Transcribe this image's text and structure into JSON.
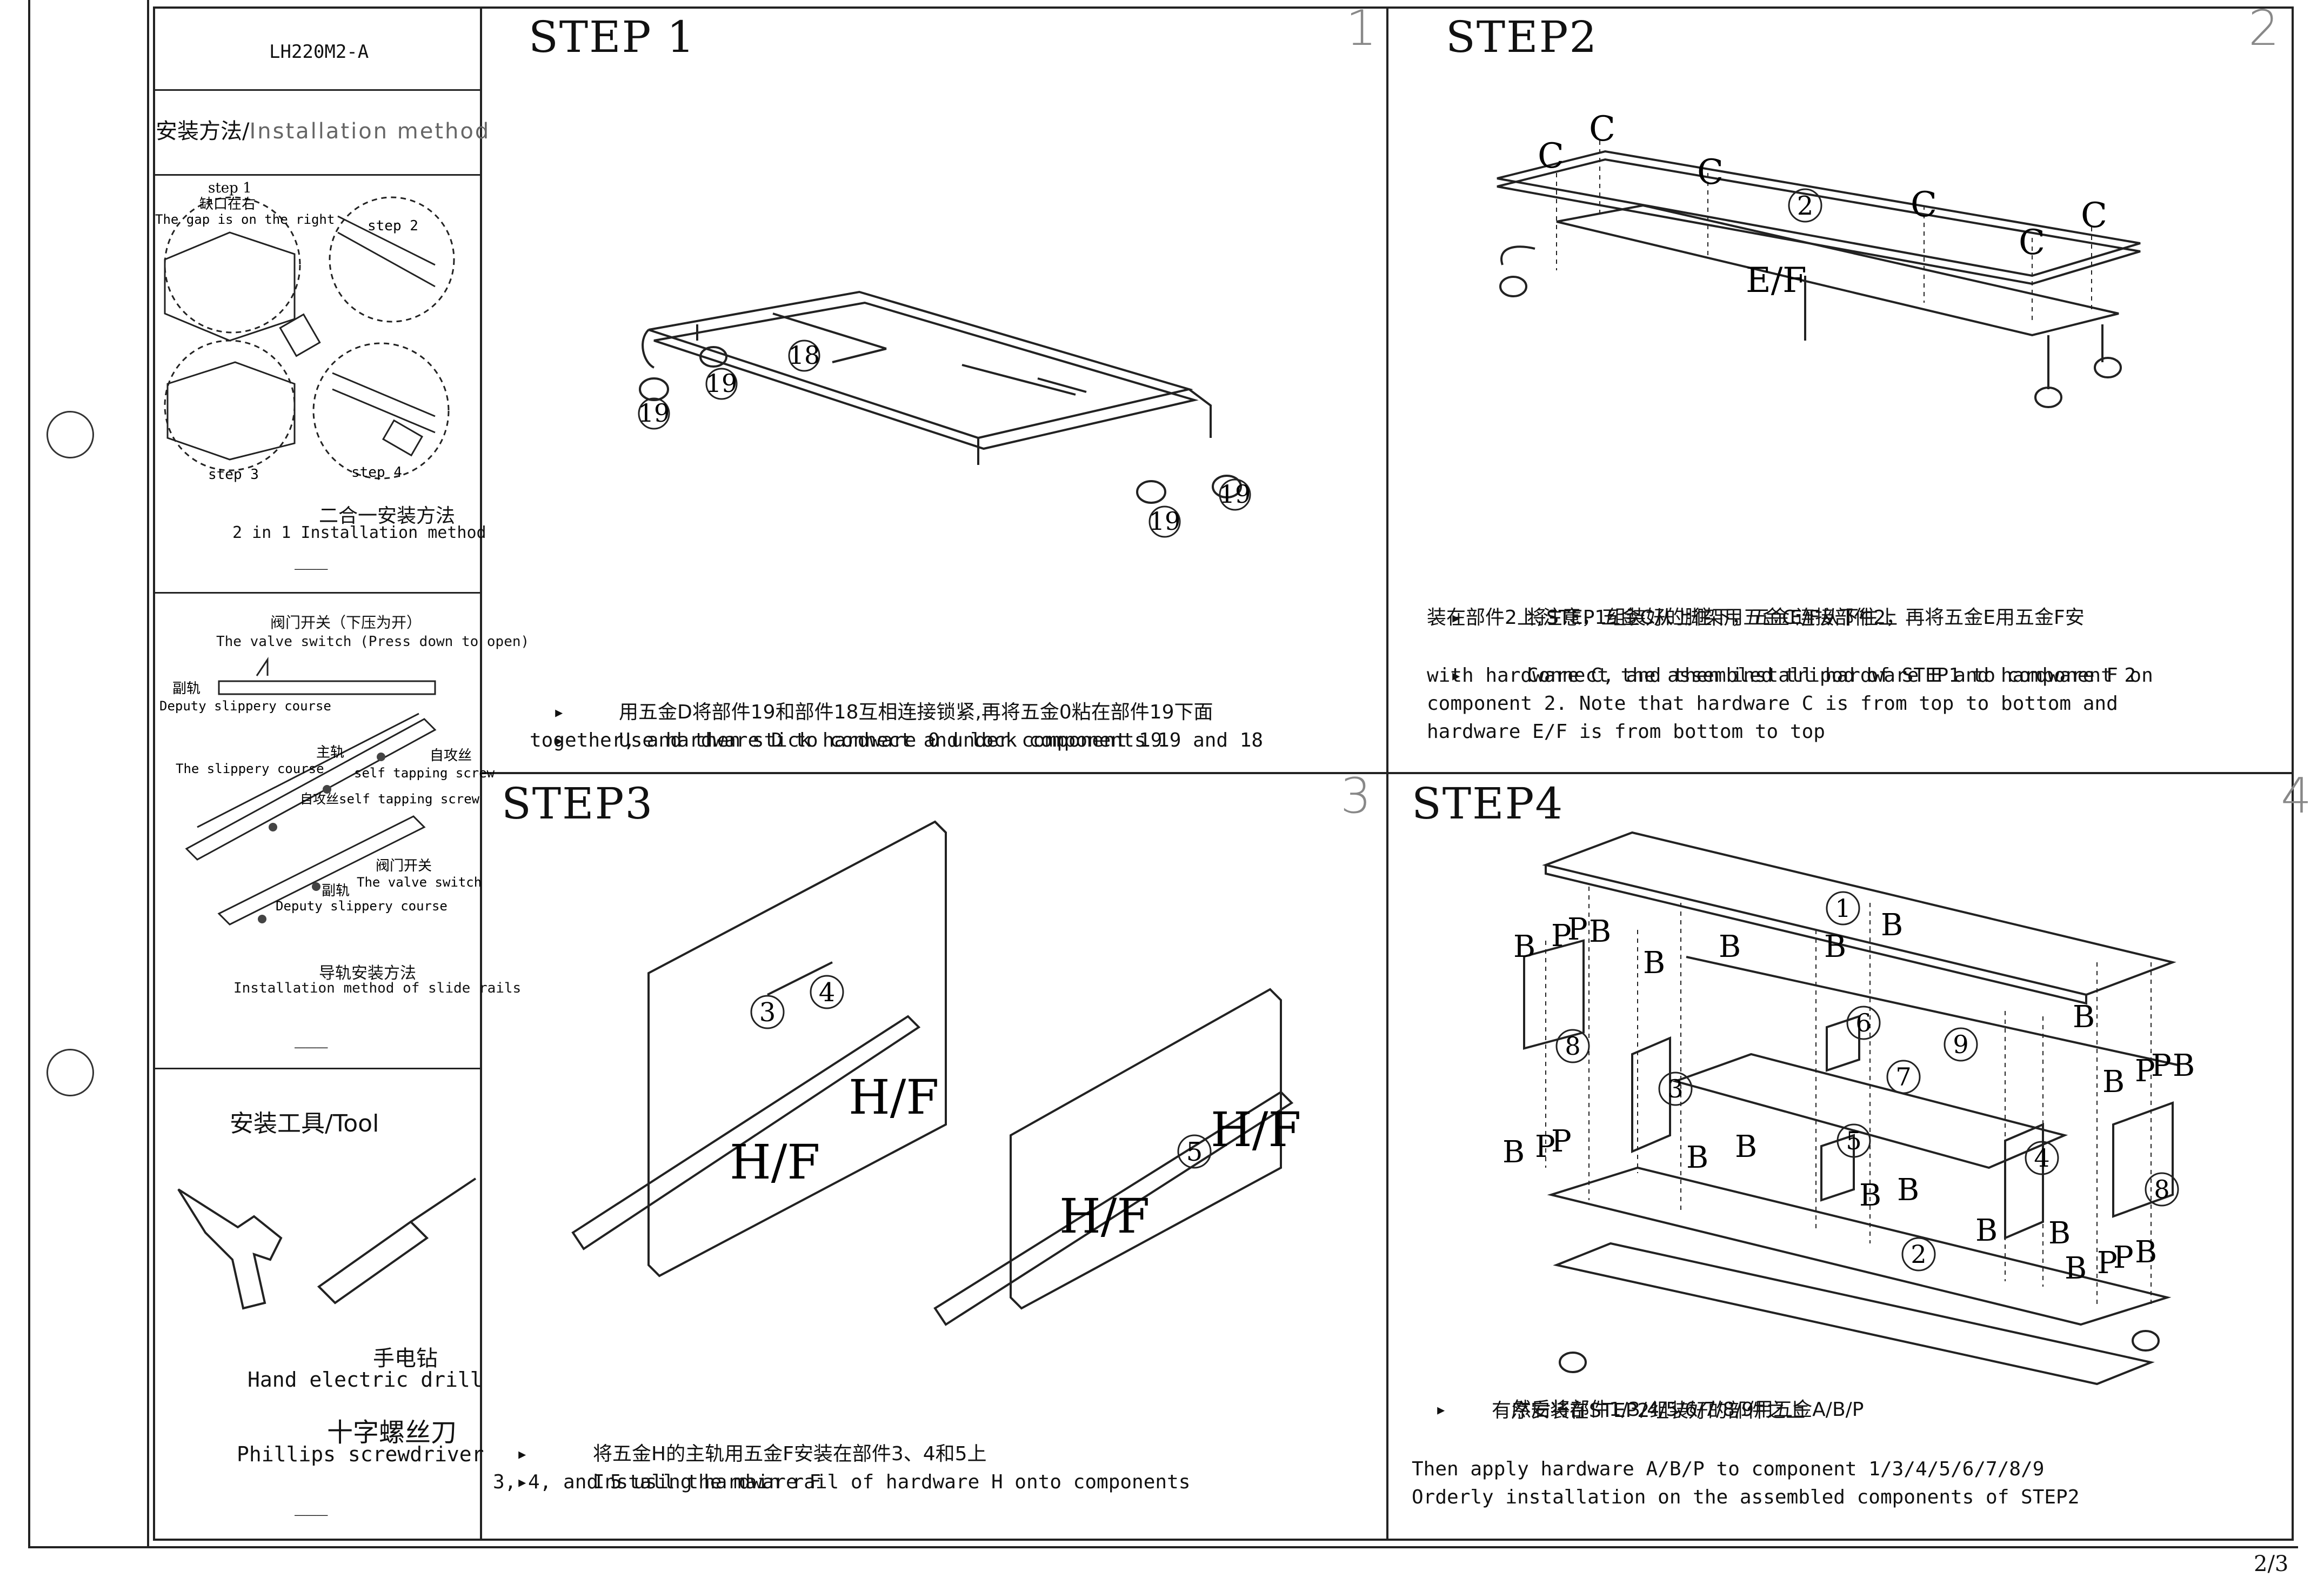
{
  "model": "LH220M2-A",
  "sidebar": {
    "method_cn": "安装方法/",
    "method_en": "Installation method",
    "substeps": {
      "step1": "step 1",
      "gap_cn": "缺口在右",
      "gap_en": "The gap is on the right",
      "step2": "step 2",
      "step3": "step 3",
      "step4": "step 4"
    },
    "two_in_one_cn": "二合一安装方法",
    "two_in_one_en": "2 in 1 Installation method",
    "dash1": "___",
    "valve_cn": "阀门开关（下压为开）",
    "valve_en": "The valve switch (Press down to open)",
    "deputy_cn": "副轨",
    "deputy_en": "Deputy slippery course",
    "main_cn": "主轨",
    "main_en": "The slippery course",
    "self_cn": "自攻丝",
    "self_en": "self tapping screw",
    "self2_cn": "自攻丝",
    "self2_en": "self tapping screw",
    "valve2_cn": "阀门开关",
    "valve2_en": "The valve switch",
    "deputy2_cn": "副轨",
    "deputy2_en": "Deputy slippery course",
    "rails_cn": "导轨安装方法",
    "rails_en": "Installation method of slide rails",
    "dash2": "___",
    "tool_title": "安装工具/Tool",
    "drill_cn": "手电钻",
    "drill_en": "Hand electric drill",
    "screwdriver_cn": "十字螺丝刀",
    "screwdriver_en": "Phillips screwdriver",
    "dash3": "___"
  },
  "steps": {
    "s1": {
      "title": "STEP 1",
      "num": "1",
      "text_cn": "用五金D将部件19和部件18互相连接锁紧,再将五金0粘在部件19下面",
      "text_en1": "Use hardware D to connect and lock components 19 and 18",
      "text_en2": "together, and then stick hardware 0 under component 19",
      "labels": [
        "19",
        "19",
        "18",
        "19",
        "19"
      ]
    },
    "s2": {
      "title": "STEP2",
      "num": "2",
      "text_cn1": "将STEP1组装好的脚架用五金C连接部件2，再将五金E用五金F安",
      "text_cn2": "装在部件2上,注意，五金C从上往下，五金E/F从下往上",
      "text_en1": "Connect the assembled tripod of STEP1 to component 2",
      "text_en2": "with hardware C, and then install hardware E and hardware F on",
      "text_en3": "component 2. Note that hardware C is from top to bottom and",
      "text_en4": "hardware E/F is from bottom to top",
      "label_c": "C",
      "label_2": "2",
      "label_ef": "E/F"
    },
    "s3": {
      "title": "STEP3",
      "num": "3",
      "text_cn": "将五金H的主轨用五金F安装在部件3、4和5上",
      "text_en1": "Install the main rail of hardware H onto components",
      "text_en2": "3, 4, and 5 using hardware F",
      "label_3": "3",
      "label_4": "4",
      "label_5": "5",
      "label_hf": "H/F"
    },
    "s4": {
      "title": "STEP4",
      "num": "4",
      "text_cn1": "然后将部件1/3/4/5/6/7/8/9用五金A/B/P",
      "text_cn2": "有序安装在STEP2组装好的部件之上",
      "text_en1": "Then apply hardware A/B/P to component 1/3/4/5/6/7/8/9",
      "text_en2": "Orderly installation on the assembled components of STEP2",
      "label_b": "B",
      "label_p": "P",
      "parts": [
        "1",
        "2",
        "3",
        "4",
        "5",
        "6",
        "7",
        "8",
        "8",
        "9"
      ]
    }
  },
  "bullet": "▸",
  "page_number": "2/3"
}
